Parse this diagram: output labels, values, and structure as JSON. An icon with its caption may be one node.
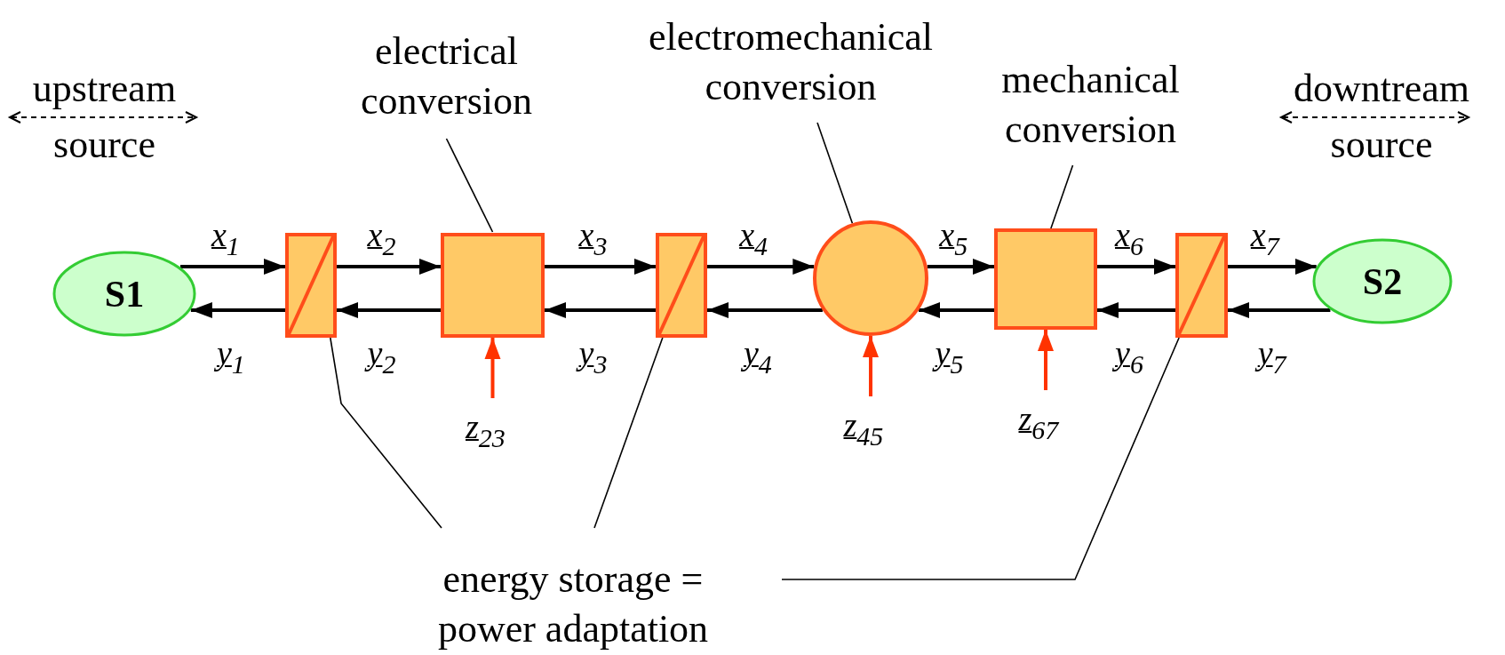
{
  "diagram": {
    "nodes": [
      {
        "text": [
          "S1"
        ]
      },
      {
        "text": [],
        "shape": "box"
      },
      {
        "text": [],
        "shape": "box"
      },
      {
        "text": [],
        "shape": "box"
      },
      {
        "text": [],
        "shape": "circle"
      },
      {
        "text": [],
        "shape": "box"
      },
      {
        "text": [],
        "shape": "box"
      },
      {
        "text": [
          "S2"
        ]
      },
      {
        "text": [
          "electrical conversion"
        ]
      },
      {
        "text": [
          "electromechanical conversion"
        ]
      },
      {
        "text": [
          "mechanical conversion"
        ]
      },
      {
        "text": [
          "energy storage = power adaptation"
        ]
      }
    ],
    "edges": [
      {
        "from": 0,
        "to": 1,
        "arrow": "to",
        "label": "x$_{1}$"
      },
      {
        "from": 1,
        "to": 0,
        "arrow": "to",
        "label": "y$_{1}$"
      },
      {
        "from": 1,
        "to": 2,
        "arrow": "to",
        "label": "x$_{2}$"
      },
      {
        "from": 2,
        "to": 1,
        "arrow": "to",
        "label": "y$_{2}$"
      },
      {
        "from": 2,
        "to": 3,
        "arrow": "to",
        "label": "x$_{3}$"
      },
      {
        "from": 3,
        "to": 2,
        "arrow": "to",
        "label": "y$_{3}$"
      },
      {
        "from": 3,
        "to": 4,
        "arrow": "to",
        "label": "x$_{4}$"
      },
      {
        "from": 4,
        "to": 3,
        "arrow": "to",
        "label": "y$_{4}$"
      },
      {
        "from": 4,
        "to": 5,
        "arrow": "to",
        "label": "x$_{5}$"
      },
      {
        "from": 5,
        "to": 4,
        "arrow": "to",
        "label": "y$_{5}$"
      },
      {
        "from": 5,
        "to": 6,
        "arrow": "to",
        "label": "x$_{6}$"
      },
      {
        "from": 6,
        "to": 5,
        "arrow": "to",
        "label": "y$_{6}$"
      },
      {
        "from": 6,
        "to": 7,
        "arrow": "to",
        "label": "x$_{7}$"
      },
      {
        "from": 7,
        "to": 6,
        "arrow": "to",
        "label": "y$_{7}$"
      },
      {
        "from": null,
        "to": 2,
        "arrow": "to",
        "label": "z$_{23}$",
        "color": "#ff3300"
      },
      {
        "from": null,
        "to": 4,
        "arrow": "to",
        "label": "z$_{45}$",
        "color": "#ff3300"
      },
      {
        "from": null,
        "to": 5,
        "arrow": "to",
        "label": "z$_{67}$",
        "color": "#ff3300"
      },
      {
        "from": 8,
        "to": 2,
        "arrow": "none"
      },
      {
        "from": 9,
        "to": 4,
        "arrow": "none"
      },
      {
        "from": 10,
        "to": 5,
        "arrow": "none"
      },
      {
        "from": 11,
        "to": 1,
        "arrow": "none"
      },
      {
        "from": 11,
        "to": 3,
        "arrow": "none"
      },
      {
        "from": 11,
        "to": 6,
        "arrow": "none"
      }
    ],
    "labels": [
      "upstream source",
      "downtream source"
    ]
  }
}
